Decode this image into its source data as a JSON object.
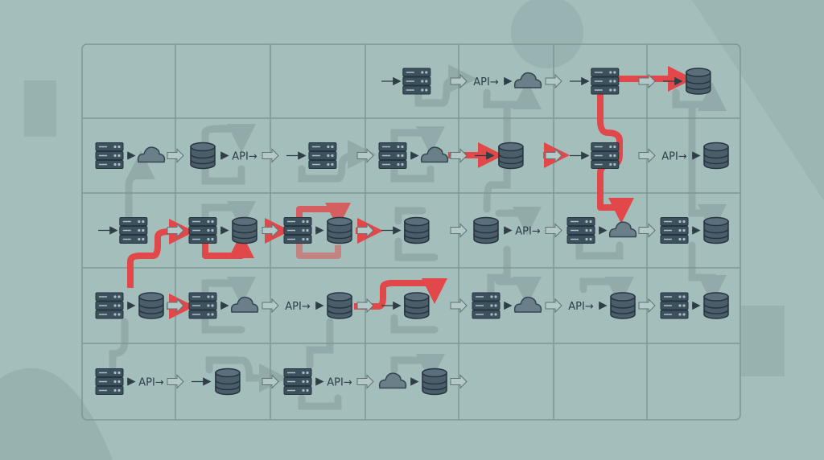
{
  "colors": {
    "background": "#a4bebc",
    "grid": "#7d9796",
    "icon": "#3d505d",
    "highlight": "#e2474a",
    "connector": "#8fa8a7"
  },
  "labels": {
    "api": "API"
  },
  "grid": {
    "rows": 5,
    "cols": 7
  },
  "cells": [
    {
      "row": 0,
      "col": 3,
      "items": [
        "server"
      ]
    },
    {
      "row": 0,
      "col": 4,
      "items": [
        "api",
        "cloud"
      ]
    },
    {
      "row": 0,
      "col": 5,
      "items": [
        "server"
      ]
    },
    {
      "row": 0,
      "col": 6,
      "items": [
        "database"
      ]
    },
    {
      "row": 1,
      "col": 0,
      "items": [
        "server",
        "cloud"
      ]
    },
    {
      "row": 1,
      "col": 1,
      "items": [
        "database",
        "api"
      ]
    },
    {
      "row": 1,
      "col": 2,
      "items": [
        "server"
      ]
    },
    {
      "row": 1,
      "col": 3,
      "items": [
        "server",
        "cloud"
      ]
    },
    {
      "row": 1,
      "col": 4,
      "items": [
        "database"
      ]
    },
    {
      "row": 1,
      "col": 5,
      "items": [
        "server"
      ]
    },
    {
      "row": 1,
      "col": 6,
      "items": [
        "api",
        "database"
      ]
    },
    {
      "row": 2,
      "col": 0,
      "items": [
        "server"
      ]
    },
    {
      "row": 2,
      "col": 1,
      "items": [
        "server",
        "database"
      ]
    },
    {
      "row": 2,
      "col": 2,
      "items": [
        "server",
        "database"
      ]
    },
    {
      "row": 2,
      "col": 3,
      "items": [
        "database"
      ]
    },
    {
      "row": 2,
      "col": 4,
      "items": [
        "database",
        "api"
      ]
    },
    {
      "row": 2,
      "col": 5,
      "items": [
        "server",
        "cloud"
      ]
    },
    {
      "row": 2,
      "col": 6,
      "items": [
        "server",
        "database"
      ]
    },
    {
      "row": 3,
      "col": 0,
      "items": [
        "server",
        "database"
      ]
    },
    {
      "row": 3,
      "col": 1,
      "items": [
        "server",
        "cloud"
      ]
    },
    {
      "row": 3,
      "col": 2,
      "items": [
        "api",
        "database"
      ]
    },
    {
      "row": 3,
      "col": 3,
      "items": [
        "database"
      ]
    },
    {
      "row": 3,
      "col": 4,
      "items": [
        "server",
        "cloud"
      ]
    },
    {
      "row": 3,
      "col": 5,
      "items": [
        "api",
        "database"
      ]
    },
    {
      "row": 3,
      "col": 6,
      "items": [
        "server",
        "database"
      ]
    },
    {
      "row": 4,
      "col": 0,
      "items": [
        "server",
        "api"
      ]
    },
    {
      "row": 4,
      "col": 1,
      "items": [
        "database"
      ]
    },
    {
      "row": 4,
      "col": 2,
      "items": [
        "server",
        "api"
      ]
    },
    {
      "row": 4,
      "col": 3,
      "items": [
        "cloud",
        "database"
      ]
    }
  ]
}
